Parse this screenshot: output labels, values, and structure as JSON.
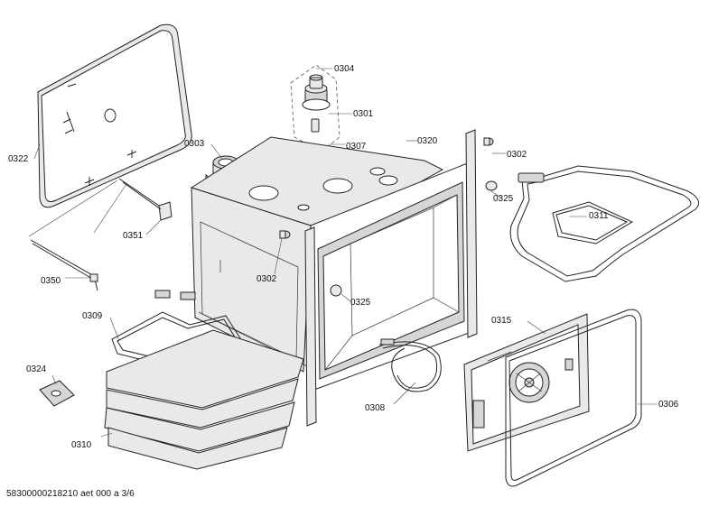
{
  "diagram": {
    "labels": {
      "p0304": "0304",
      "p0301": "0301",
      "p0303": "0303",
      "p0307": "0307",
      "p0320": "0320",
      "p0302_top": "0302",
      "p0322": "0322",
      "p0325_top": "0325",
      "p0311": "0311",
      "p0351": "0351",
      "p0302_mid": "0302",
      "p0350": "0350",
      "p0325_mid": "0325",
      "p0309": "0309",
      "p0315": "0315",
      "p0324": "0324",
      "p0306": "0306",
      "p0308": "0308",
      "p0310": "0310"
    },
    "doc_ref": "58300000218210 aet 000 a 3/6"
  }
}
